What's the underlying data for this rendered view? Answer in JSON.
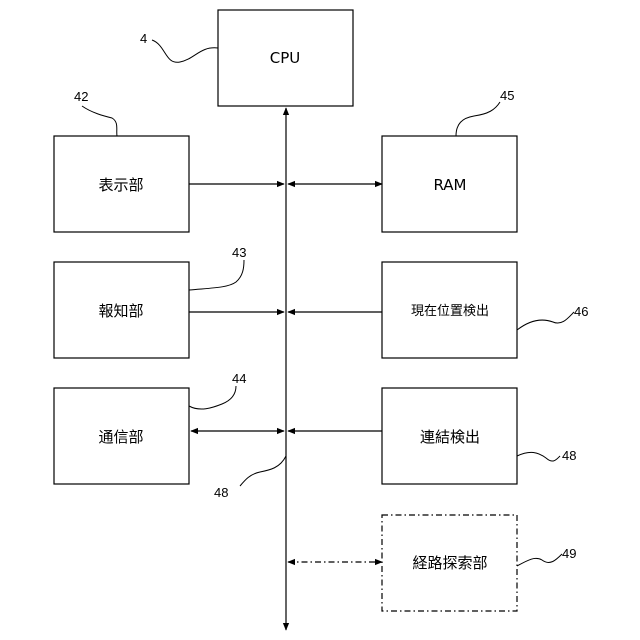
{
  "blocks": {
    "cpu": "CPU",
    "display": "表示部",
    "ram": "RAM",
    "notify": "報知部",
    "position_detect": "現在位置検出",
    "comm": "通信部",
    "connect_detect": "連結検出",
    "route_search": "経路探索部"
  },
  "refs": {
    "cpu": "4",
    "display": "42",
    "ram": "45",
    "notify": "43",
    "position_detect": "46",
    "comm": "44",
    "bus": "48",
    "connect_detect": "48",
    "route_search": "49"
  }
}
